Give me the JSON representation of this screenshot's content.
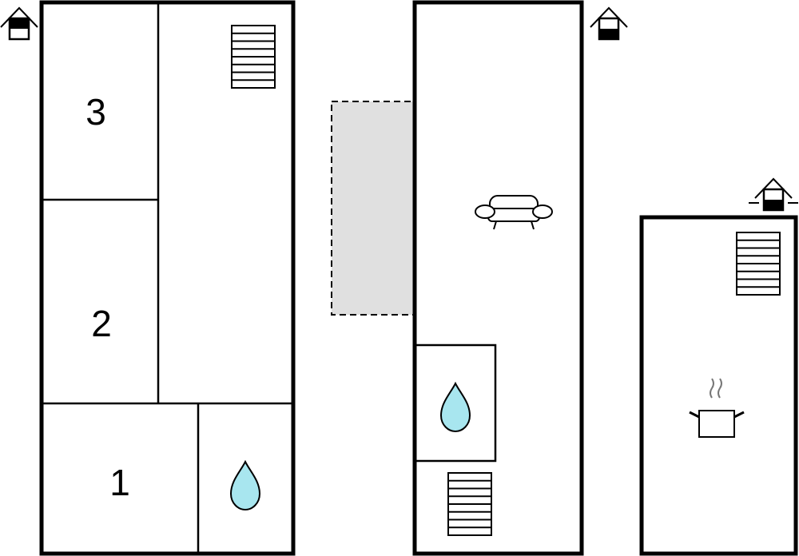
{
  "plans": [
    {
      "name": "ground-floor",
      "floor_icon": "floor-ground-icon",
      "rooms": [
        {
          "label": "3"
        },
        {
          "label": "2"
        },
        {
          "label": "1"
        }
      ]
    },
    {
      "name": "first-floor",
      "floor_icon": "floor-upper-icon"
    },
    {
      "name": "basement",
      "floor_icon": "floor-basement-icon"
    }
  ],
  "colors": {
    "water": "#a8e6ef",
    "terrace": "#e0e0e0",
    "wall": "#000000"
  }
}
